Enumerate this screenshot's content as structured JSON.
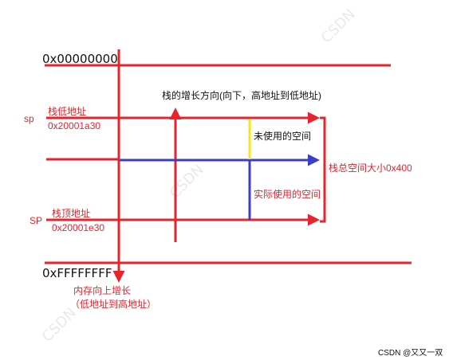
{
  "colors": {
    "red": "#e8232b",
    "blue": "#3b3fc4",
    "yellow": "#f5e61a",
    "text": "#111111",
    "background": "#ffffff"
  },
  "labels": {
    "addr_top": "0x00000000",
    "addr_bottom": "0xFFFFFFFF",
    "growth_direction": "栈的增长方向(向下，高地址到低地址)",
    "sp_low_tag": "sp",
    "sp_low_title": "栈低地址",
    "sp_low_value": "0x20001a30",
    "sp_high_tag": "SP",
    "sp_high_title": "栈顶地址",
    "sp_high_value": "0x20001e30",
    "unused_space": "未使用的空间",
    "used_space": "实际使用的空间",
    "total_size": "栈总空间大小0x400",
    "memory_growth_line1": "内存向上增长",
    "memory_growth_line2": "（低地址到高地址）",
    "watermark": "CSDN @又又一双"
  }
}
